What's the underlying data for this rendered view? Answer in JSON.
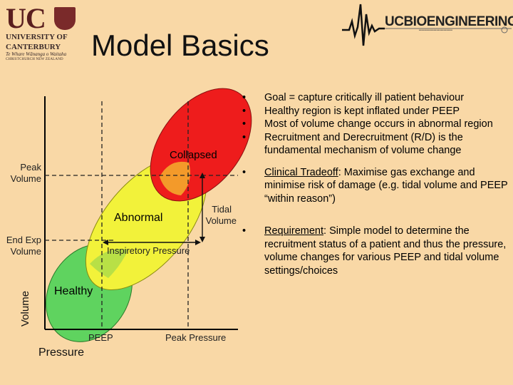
{
  "logo_left": {
    "uc": "UC",
    "line1": "UNIVERSITY OF",
    "line2": "CANTERBURY",
    "line3": "Te Whare Wānanga o Waitaha",
    "line4": "CHRISTCHURCH NEW ZEALAND"
  },
  "title": "Model Basics",
  "logo_right": {
    "brand": "UCBIOENGINEERING",
    "sub": "•••••••••••••••••••••••"
  },
  "bullets": [
    {
      "text": "Goal = capture critically ill patient behaviour"
    },
    {
      "text": "Healthy region is kept inflated under PEEP"
    },
    {
      "text": "Most of volume change occurs in abnormal region"
    },
    {
      "text": "Recruitment and Derecruitment (R/D) is  the fundamental mechanism of volume change"
    },
    {
      "bold": "Clinical Tradeoff",
      "text": ": Maximise gas exchange and minimise risk of damage (e.g. tidal volume and PEEP “within reason”)"
    },
    {
      "bold": "Requirement",
      "text": ": Simple model to determine the recruitment status of a patient and thus the pressure, volume changes for various PEEP and tidal volume settings/choices"
    }
  ],
  "diagram": {
    "regions": {
      "collapsed": "Collapsed",
      "abnormal": "Abnormal",
      "healthy": "Healthy"
    },
    "labels": {
      "peak_volume": [
        "Peak",
        "Volume"
      ],
      "end_exp_volume": [
        "End Exp",
        "Volume"
      ],
      "tidal_volume": [
        "Tidal",
        "Volume"
      ],
      "inspiratory_pressure": "Inspiretory Pressure",
      "peep": "PEEP",
      "peak_pressure": "Peak Pressure",
      "y_axis": "Volume",
      "x_axis": "Pressure"
    },
    "colors": {
      "collapsed": "#ee1c1c",
      "abnormal": "#f2f23a",
      "healthy": "#5fd35f",
      "orange_overlap": "#f39a2a",
      "yellow_green_overlap": "#b8e046"
    }
  }
}
